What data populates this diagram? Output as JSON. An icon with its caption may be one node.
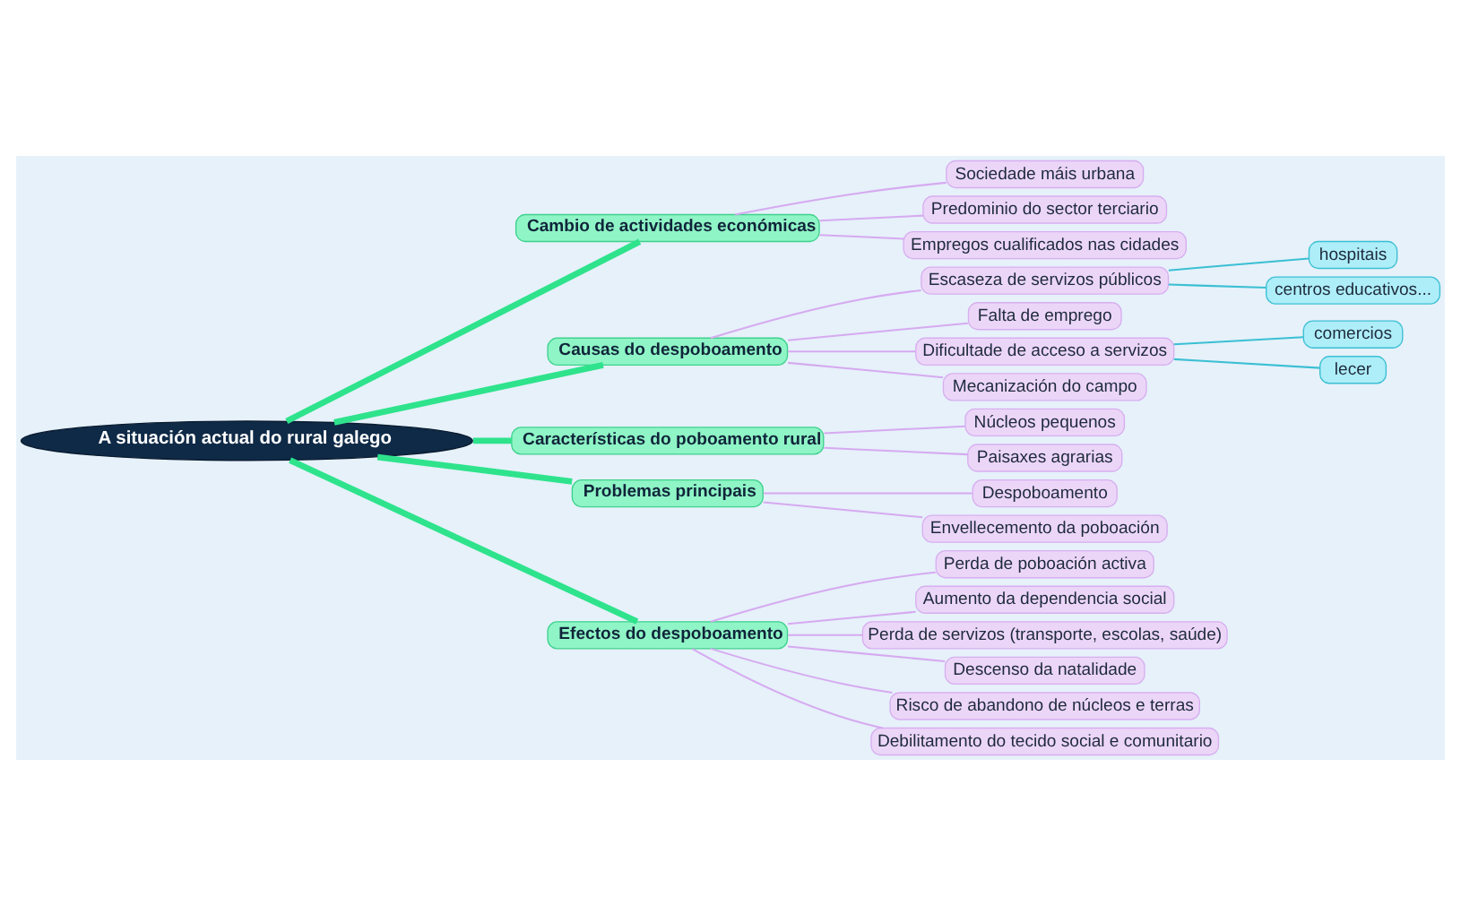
{
  "diagram": {
    "nodes": [
      {
        "text": [
          "A situación actual do rural galego"
        ]
      },
      {
        "text": [
          "Cambio de actividades económicas"
        ]
      },
      {
        "text": [
          "Sociedade máis urbana"
        ]
      },
      {
        "text": [
          "Predominio do sector terciario"
        ]
      },
      {
        "text": [
          "Empregos cualificados nas cidades"
        ]
      },
      {
        "text": [
          "Causas do despoboamento"
        ]
      },
      {
        "text": [
          "Escaseza de servizos públicos"
        ]
      },
      {
        "text": [
          "hospitais"
        ]
      },
      {
        "text": [
          "centros educativos..."
        ]
      },
      {
        "text": [
          "Falta de emprego"
        ]
      },
      {
        "text": [
          "Dificultade de acceso a servizos"
        ]
      },
      {
        "text": [
          "comercios"
        ]
      },
      {
        "text": [
          "lecer"
        ]
      },
      {
        "text": [
          "Mecanización do campo"
        ]
      },
      {
        "text": [
          "Características do poboamento rural"
        ]
      },
      {
        "text": [
          "Núcleos pequenos"
        ]
      },
      {
        "text": [
          "Paisaxes agrarias"
        ]
      },
      {
        "text": [
          "Problemas principais"
        ]
      },
      {
        "text": [
          "Despoboamento"
        ]
      },
      {
        "text": [
          "Envellecemento da poboación"
        ]
      },
      {
        "text": [
          "Efectos do despoboamento"
        ]
      },
      {
        "text": [
          "Perda de poboación activa"
        ]
      },
      {
        "text": [
          "Aumento da dependencia social"
        ]
      },
      {
        "text": [
          "Perda de servizos (transporte, escolas, saúde)"
        ]
      },
      {
        "text": [
          "Descenso da natalidade"
        ]
      },
      {
        "text": [
          "Risco de abandono de núcleos e terras"
        ]
      },
      {
        "text": [
          "Debilitamento do tecido social e comunitario"
        ]
      }
    ],
    "edges": [
      {
        "from": 0,
        "to": 1,
        "arrow": "none",
        "style": "thick",
        "color": "#2ee38c"
      },
      {
        "from": 1,
        "to": 2,
        "arrow": "none"
      },
      {
        "from": 1,
        "to": 3,
        "arrow": "none"
      },
      {
        "from": 1,
        "to": 4,
        "arrow": "none"
      },
      {
        "from": 0,
        "to": 5,
        "arrow": "none",
        "style": "thick",
        "color": "#2ee38c"
      },
      {
        "from": 5,
        "to": 6,
        "arrow": "none"
      },
      {
        "from": 6,
        "to": 7,
        "arrow": "none",
        "color": "#3bbfd3"
      },
      {
        "from": 6,
        "to": 8,
        "arrow": "none",
        "color": "#3bbfd3"
      },
      {
        "from": 5,
        "to": 9,
        "arrow": "none"
      },
      {
        "from": 5,
        "to": 10,
        "arrow": "none"
      },
      {
        "from": 10,
        "to": 11,
        "arrow": "none",
        "color": "#3bbfd3"
      },
      {
        "from": 10,
        "to": 12,
        "arrow": "none",
        "color": "#3bbfd3"
      },
      {
        "from": 5,
        "to": 13,
        "arrow": "none"
      },
      {
        "from": 0,
        "to": 14,
        "arrow": "none",
        "style": "thick",
        "color": "#2ee38c"
      },
      {
        "from": 14,
        "to": 15,
        "arrow": "none"
      },
      {
        "from": 14,
        "to": 16,
        "arrow": "none"
      },
      {
        "from": 0,
        "to": 17,
        "arrow": "none",
        "style": "thick",
        "color": "#2ee38c"
      },
      {
        "from": 17,
        "to": 18,
        "arrow": "none"
      },
      {
        "from": 17,
        "to": 19,
        "arrow": "none"
      },
      {
        "from": 0,
        "to": 20,
        "arrow": "none",
        "style": "thick",
        "color": "#2ee38c"
      },
      {
        "from": 20,
        "to": 21,
        "arrow": "none"
      },
      {
        "from": 20,
        "to": 22,
        "arrow": "none"
      },
      {
        "from": 20,
        "to": 23,
        "arrow": "none"
      },
      {
        "from": 20,
        "to": 24,
        "arrow": "none"
      },
      {
        "from": 20,
        "to": 25,
        "arrow": "none"
      },
      {
        "from": 20,
        "to": 26,
        "arrow": "none"
      }
    ]
  }
}
